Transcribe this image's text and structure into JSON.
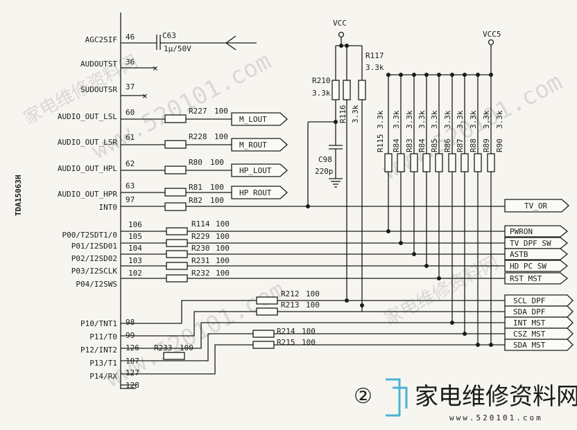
{
  "ic": {
    "name": "TDA15063H"
  },
  "pins": [
    {
      "name": "AGC2SIF",
      "num": "46"
    },
    {
      "name": "AUDOUTST",
      "num": "36"
    },
    {
      "name": "SUDOUTSR",
      "num": "37"
    },
    {
      "name": "AUDIO_OUT_LSL",
      "num": "60"
    },
    {
      "name": "AUDIO_OUT_LSR",
      "num": "61"
    },
    {
      "name": "AUDIO_OUT_HPL",
      "num": "62"
    },
    {
      "name": "AUDIO_OUT_HPR",
      "num": "63"
    },
    {
      "name": "INT0",
      "num": "97"
    },
    {
      "name": "P00/T2SDT1/0",
      "num": "106"
    },
    {
      "name": "",
      "num": "105"
    },
    {
      "name": "P01/I2SD01",
      "num": "104"
    },
    {
      "name": "P02/I2SD02",
      "num": "103"
    },
    {
      "name": "P03/I2SCLK",
      "num": "102"
    },
    {
      "name": "P04/I2SWS",
      "num": ""
    },
    {
      "name": "P10/TNT1",
      "num": "98"
    },
    {
      "name": "P11/T0",
      "num": "99"
    },
    {
      "name": "P12/INT2",
      "num": "126"
    },
    {
      "name": "P13/T1",
      "num": "107"
    },
    {
      "name": "P14/RX",
      "num": "127"
    },
    {
      "name": "",
      "num": "128"
    }
  ],
  "series_resistors": [
    {
      "ref": "R227",
      "value": "100"
    },
    {
      "ref": "R228",
      "value": "100"
    },
    {
      "ref": "R80",
      "value": "100"
    },
    {
      "ref": "R81",
      "value": "100"
    },
    {
      "ref": "R82",
      "value": "100"
    },
    {
      "ref": "R114",
      "value": "100"
    },
    {
      "ref": "R229",
      "value": "100"
    },
    {
      "ref": "R230",
      "value": "100"
    },
    {
      "ref": "R231",
      "value": "100"
    },
    {
      "ref": "R232",
      "value": "100"
    },
    {
      "ref": "R212",
      "value": "100"
    },
    {
      "ref": "R213",
      "value": "100"
    },
    {
      "ref": "R214",
      "value": "100"
    },
    {
      "ref": "R215",
      "value": "100"
    },
    {
      "ref": "R233",
      "value": "100"
    }
  ],
  "pullups": [
    {
      "ref": "R115",
      "value": "3.3k"
    },
    {
      "ref": "R84",
      "value": "3.3k"
    },
    {
      "ref": "R83",
      "value": "3.3k"
    },
    {
      "ref": "R84",
      "value": "3.3k"
    },
    {
      "ref": "R85",
      "value": "3.3k"
    },
    {
      "ref": "R86",
      "value": "3.3k"
    },
    {
      "ref": "R87",
      "value": "3.3k"
    },
    {
      "ref": "R88",
      "value": "3.3k"
    },
    {
      "ref": "R89",
      "value": "3.3k"
    },
    {
      "ref": "R90",
      "value": "3.3k"
    }
  ],
  "vcc_resistors": [
    {
      "ref": "R210",
      "value": "3.3k"
    },
    {
      "ref": "R116",
      "value": "3.3k"
    },
    {
      "ref": "R117",
      "value": "3.3k"
    }
  ],
  "capacitors": [
    {
      "ref": "C63",
      "value": "1μ/50V"
    },
    {
      "ref": "C98",
      "value": "220p"
    }
  ],
  "supplies": {
    "vcc": "VCC",
    "vcc5": "VCC5"
  },
  "audio_ports": [
    "M_LOUT",
    "M_ROUT",
    "HP_LOUT",
    "HP ROUT"
  ],
  "signal_ports": [
    "TV_OR",
    "PWRON",
    "TV DPF SW",
    "ASTB",
    "HD PC SW",
    "RST MST",
    "SCL DPF",
    "SDA DPF",
    "INT MST",
    "CSZ MST",
    "SDA MST"
  ],
  "figure": {
    "number": "②"
  },
  "watermark": {
    "brand": "家电维修资料网",
    "url": "www.520101.com"
  }
}
